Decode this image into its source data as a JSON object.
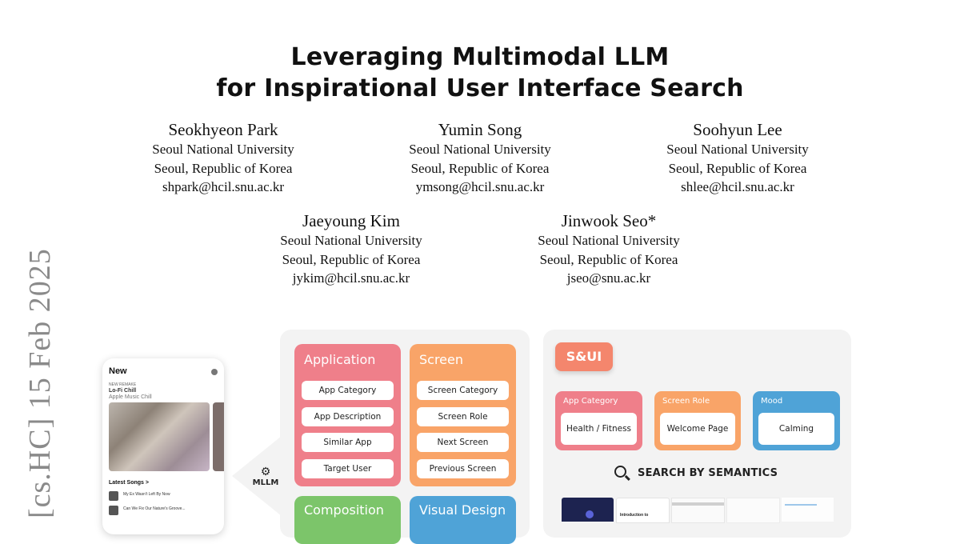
{
  "paper": {
    "title_line1": "Leveraging Multimodal LLM",
    "title_line2": "for Inspirational User Interface Search",
    "arxiv_id": "[cs.HC]  15 Feb 2025",
    "authors": [
      {
        "name": "Seokhyeon Park",
        "affiliation": "Seoul National University",
        "location": "Seoul, Republic of Korea",
        "email": "shpark@hcil.snu.ac.kr"
      },
      {
        "name": "Yumin Song",
        "affiliation": "Seoul National University",
        "location": "Seoul, Republic of Korea",
        "email": "ymsong@hcil.snu.ac.kr"
      },
      {
        "name": "Soohyun Lee",
        "affiliation": "Seoul National University",
        "location": "Seoul, Republic of Korea",
        "email": "shlee@hcil.snu.ac.kr"
      },
      {
        "name": "Jaeyoung Kim",
        "affiliation": "Seoul National University",
        "location": "Seoul, Republic of Korea",
        "email": "jykim@hcil.snu.ac.kr"
      },
      {
        "name": "Jinwook Seo*",
        "affiliation": "Seoul National University",
        "location": "Seoul, Republic of Korea",
        "email": "jseo@snu.ac.kr"
      }
    ]
  },
  "figure": {
    "phone": {
      "title": "New",
      "feature_small": "NEW REMAKE",
      "feature_title": "Lo-Fi Chill",
      "feature_sub": "Apple Music Chill",
      "latest_label": "Latest Songs >",
      "songs": [
        "My Ex Wasn't Left By Now",
        "Can We Fix Our Nature's Groove..."
      ]
    },
    "mllm_label": "MLLM",
    "mllm_icon": "⚙",
    "cards": {
      "application": {
        "title": "Application",
        "items": [
          "App Category",
          "App Description",
          "Similar App",
          "Target User"
        ],
        "color": "#ef7f8a"
      },
      "screen": {
        "title": "Screen",
        "items": [
          "Screen Category",
          "Screen Role",
          "Next Screen",
          "Previous Screen"
        ],
        "color": "#f9a468"
      },
      "composition": {
        "title": "Composition",
        "color": "#7cc56a"
      },
      "visual_design": {
        "title": "Visual Design",
        "color": "#4fa3d7"
      }
    },
    "sui": {
      "logo": "S&UI",
      "tags": [
        {
          "label": "App Category",
          "value": "Health / Fitness",
          "color": "#ef7f8a"
        },
        {
          "label": "Screen Role",
          "value": "Welcome Page",
          "color": "#f9a468"
        },
        {
          "label": "Mood",
          "value": "Calming",
          "color": "#4fa3d7"
        }
      ],
      "search_label": "SEARCH BY SEMANTICS",
      "result_text": "Introduction to"
    }
  }
}
